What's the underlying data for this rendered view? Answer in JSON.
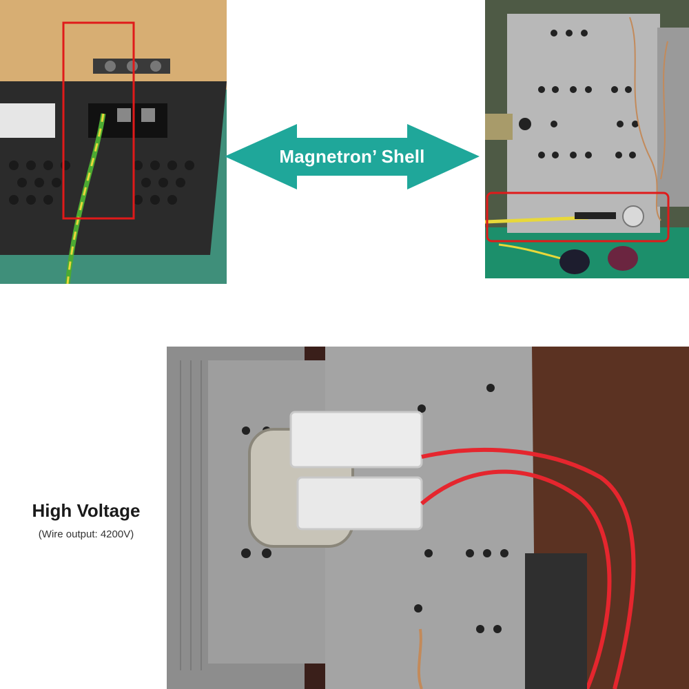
{
  "arrow": {
    "label": "Magnetron’ Shell",
    "color": "#1fa79a"
  },
  "high_voltage": {
    "title": "High Voltage",
    "subtitle": "(Wire output: 4200V)"
  },
  "colors": {
    "highlight_box": "#e01a1a",
    "ground_wire_green": "#4caa32",
    "ground_wire_yellow": "#e8d83a",
    "hv_wire_red": "#e5262e"
  }
}
